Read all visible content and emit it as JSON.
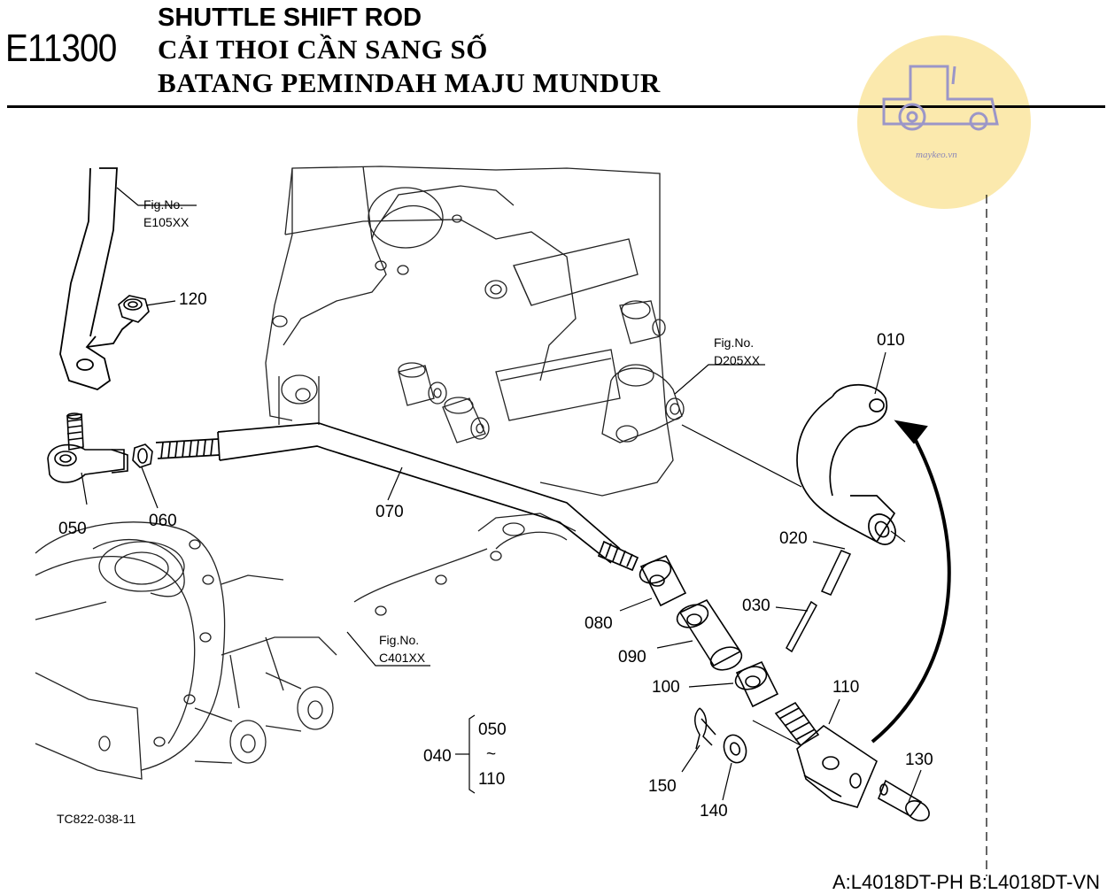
{
  "header": {
    "code": "E11300",
    "title_en": "SHUTTLE SHIFT ROD",
    "title_vi": "CẢI THOI CẦN SANG SỐ",
    "title_id": "BATANG PEMINDAH MAJU MUNDUR"
  },
  "watermark": {
    "text": "maykeo.vn",
    "icon": "tractor-icon",
    "color": "#fbe7a6"
  },
  "references": [
    {
      "label": "Fig.No.",
      "code": "E105XX"
    },
    {
      "label": "Fig.No.",
      "code": "D205XX"
    },
    {
      "label": "Fig.No.",
      "code": "C401XX"
    }
  ],
  "parts": {
    "p010": "010",
    "p020": "020",
    "p030": "030",
    "p050": "050",
    "p060": "060",
    "p070": "070",
    "p080": "080",
    "p090": "090",
    "p100": "100",
    "p110": "110",
    "p120": "120",
    "p130": "130",
    "p140": "140",
    "p150": "150"
  },
  "group": {
    "id": "040",
    "from": "050",
    "tilde": "~",
    "to": "110"
  },
  "drawing_ref": "TC822-038-11",
  "footer": "A:L4018DT-PH B:L4018DT-VN"
}
